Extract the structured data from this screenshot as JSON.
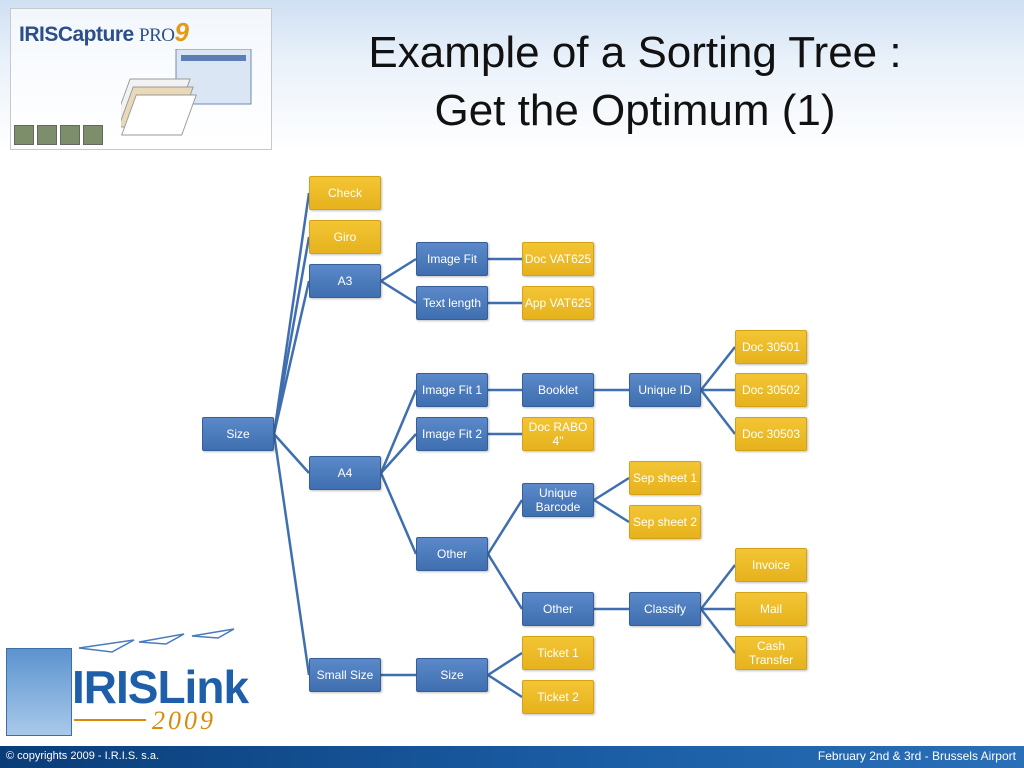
{
  "title": {
    "line1": "Example of a Sorting Tree :",
    "line2": "Get the Optimum (1)"
  },
  "capture_logo": {
    "brand": "IRISCapture",
    "pro": "PRO",
    "nine": "9"
  },
  "link_logo": {
    "word": "IRISLink",
    "year": "2009"
  },
  "footer": {
    "copyright": "© copyrights 2009 - I.R.I.S. s.a.",
    "event": "February 2nd & 3rd - Brussels Airport"
  },
  "colors": {
    "blue_node": "#4a7bbd",
    "yellow_node": "#efbe28",
    "edge": "#3f6fb0"
  },
  "tree": {
    "size": "Size",
    "check": "Check",
    "giro": "Giro",
    "a3": "A3",
    "a3_image_fit": "Image Fit",
    "a3_text_length": "Text length",
    "doc_vat625": "Doc VAT625",
    "app_vat625": "App VAT625",
    "a4": "A4",
    "image_fit_1": "Image Fit 1",
    "booklet": "Booklet",
    "unique_id": "Unique ID",
    "doc_30501": "Doc 30501",
    "doc_30502": "Doc 30502",
    "doc_30503": "Doc 30503",
    "image_fit_2": "Image Fit 2",
    "doc_rabo": "Doc RABO 4\"",
    "a4_other": "Other",
    "unique_barcode": "Unique Barcode",
    "sep_sheet_1": "Sep sheet 1",
    "sep_sheet_2": "Sep sheet 2",
    "other_other": "Other",
    "classify": "Classify",
    "invoice": "Invoice",
    "mail": "Mail",
    "cash_transfer": "Cash Transfer",
    "small_size": "Small Size",
    "small_size_size": "Size",
    "ticket_1": "Ticket 1",
    "ticket_2": "Ticket 2"
  }
}
